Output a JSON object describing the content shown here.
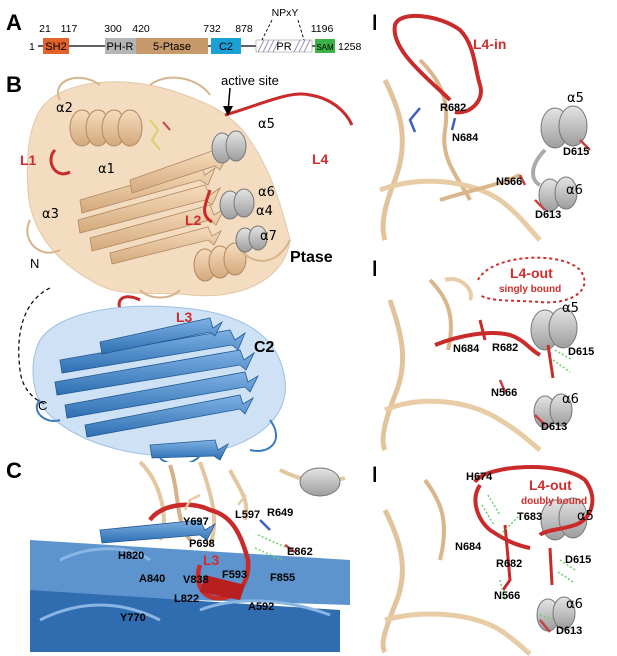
{
  "panelA": {
    "letter": "A",
    "start": "1",
    "end": "1258",
    "positions": [
      "21",
      "117",
      "300",
      "420",
      "732",
      "878",
      "1196"
    ],
    "domains": {
      "sh2": "SH2",
      "ph": "PH-R",
      "ptase": "5-Ptase",
      "c2": "C2",
      "pr": "PR",
      "sam": "SAM"
    },
    "motif": "NPxY",
    "colors": {
      "sh2": "#e2622c",
      "ph": "#b5b5b5",
      "ptase": "#c8996a",
      "c2": "#1aa1d6",
      "sam": "#3bb24a"
    }
  },
  "panelB": {
    "letter": "B",
    "active_site": "active site",
    "helices": [
      "α2",
      "α1",
      "α3",
      "α5",
      "α6",
      "α4",
      "α7"
    ],
    "loops": [
      "L1",
      "L2",
      "L3",
      "L4"
    ],
    "n_term": "N",
    "c_term": "C",
    "ptase": "Ptase",
    "c2": "C2"
  },
  "panelC": {
    "letter": "C",
    "loop": "L3",
    "residues": [
      "Y697",
      "L597",
      "R649",
      "P698",
      "H820",
      "E862",
      "A840",
      "V838",
      "F593",
      "F855",
      "L822",
      "Y770",
      "A592"
    ]
  },
  "panelD": {
    "letter": "D",
    "title": "L4-in",
    "helices": [
      "α5",
      "α6"
    ],
    "residues": [
      "R682",
      "N684",
      "D615",
      "N566",
      "D613"
    ]
  },
  "panelE": {
    "letter": "E",
    "title": "L4-out",
    "subtitle": "singly bound",
    "helices": [
      "α5",
      "α6"
    ],
    "residues": [
      "N684",
      "R682",
      "D615",
      "N566",
      "D613"
    ]
  },
  "panelF": {
    "letter": "F",
    "title": "L4-out",
    "subtitle": "doubly bound",
    "helices": [
      "α5",
      "α6"
    ],
    "residues": [
      "H674",
      "T683",
      "N684",
      "R682",
      "D615",
      "N566",
      "D613"
    ]
  }
}
